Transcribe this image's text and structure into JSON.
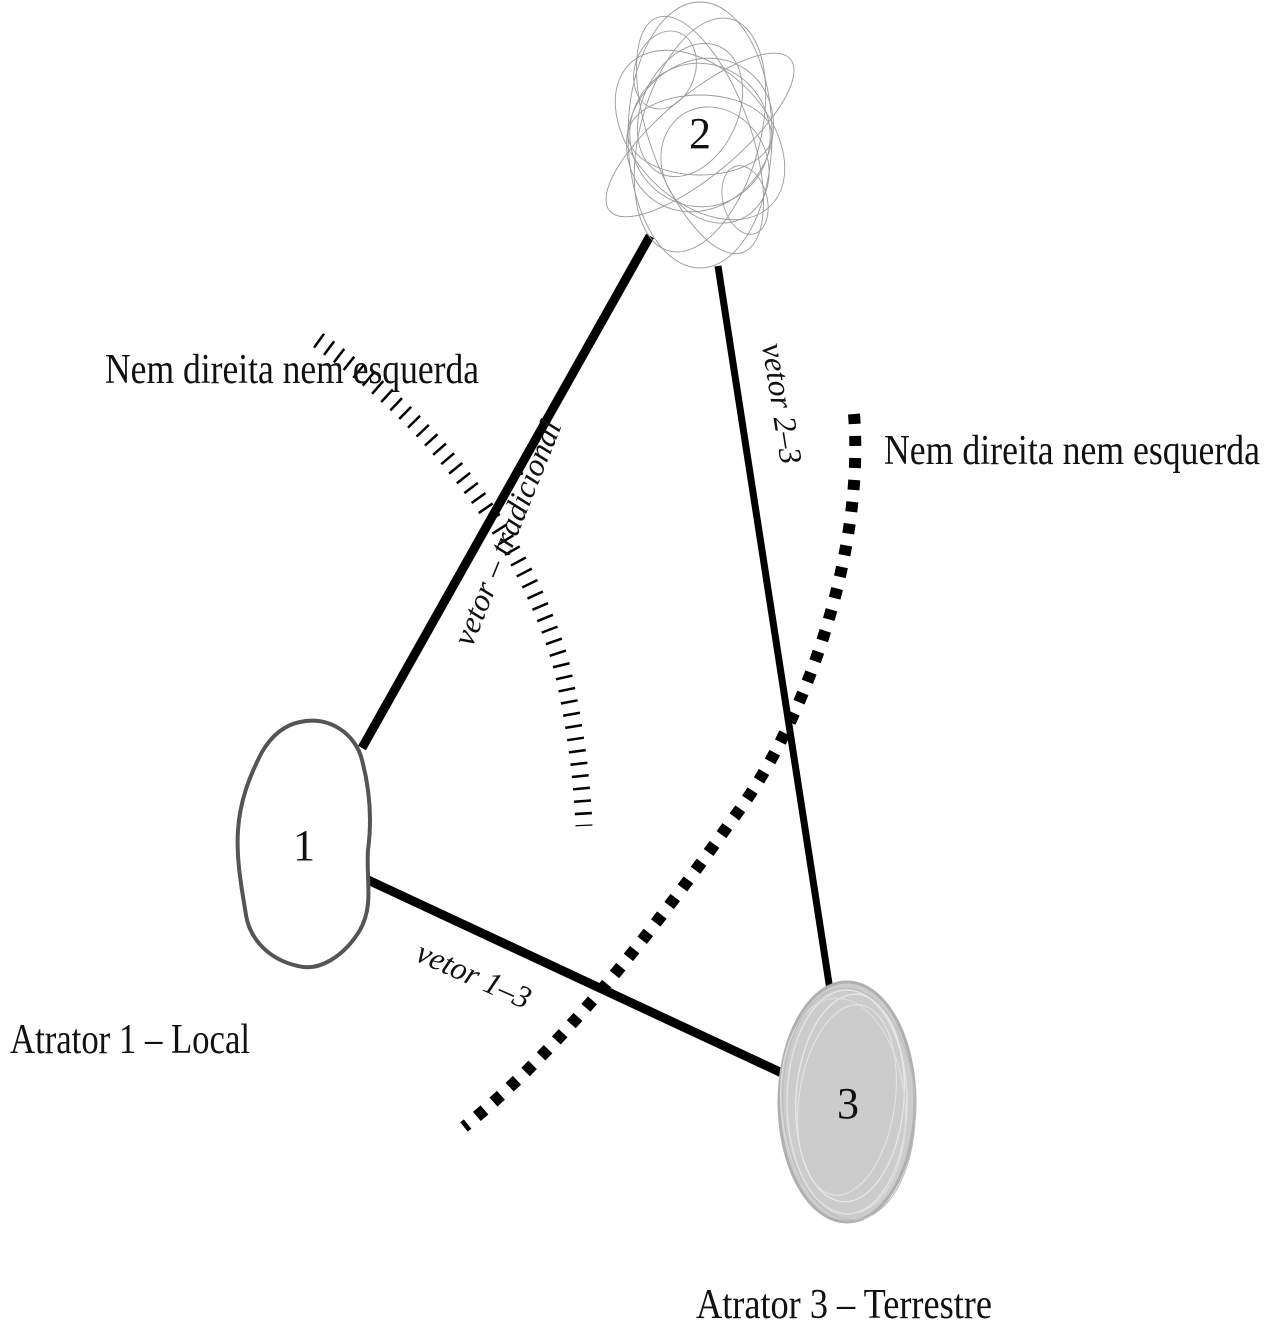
{
  "nodes": {
    "n1": {
      "number": "1",
      "label": "Atrator 1 – Local"
    },
    "n2": {
      "number": "2"
    },
    "n3": {
      "number": "3",
      "label": "Atrator 3 – Terrestre",
      "fill": "#cccccc"
    }
  },
  "vectors": {
    "v12": "vetor – tradicional",
    "v23": "vetor 2–3",
    "v13": "vetor 1–3"
  },
  "arcs": {
    "left_label": "Nem direita nem esquerda",
    "right_label": "Nem direita nem esquerda"
  },
  "colors": {
    "line": "#000000",
    "node1_stroke": "#555555",
    "node3_fill": "#cccccc"
  }
}
